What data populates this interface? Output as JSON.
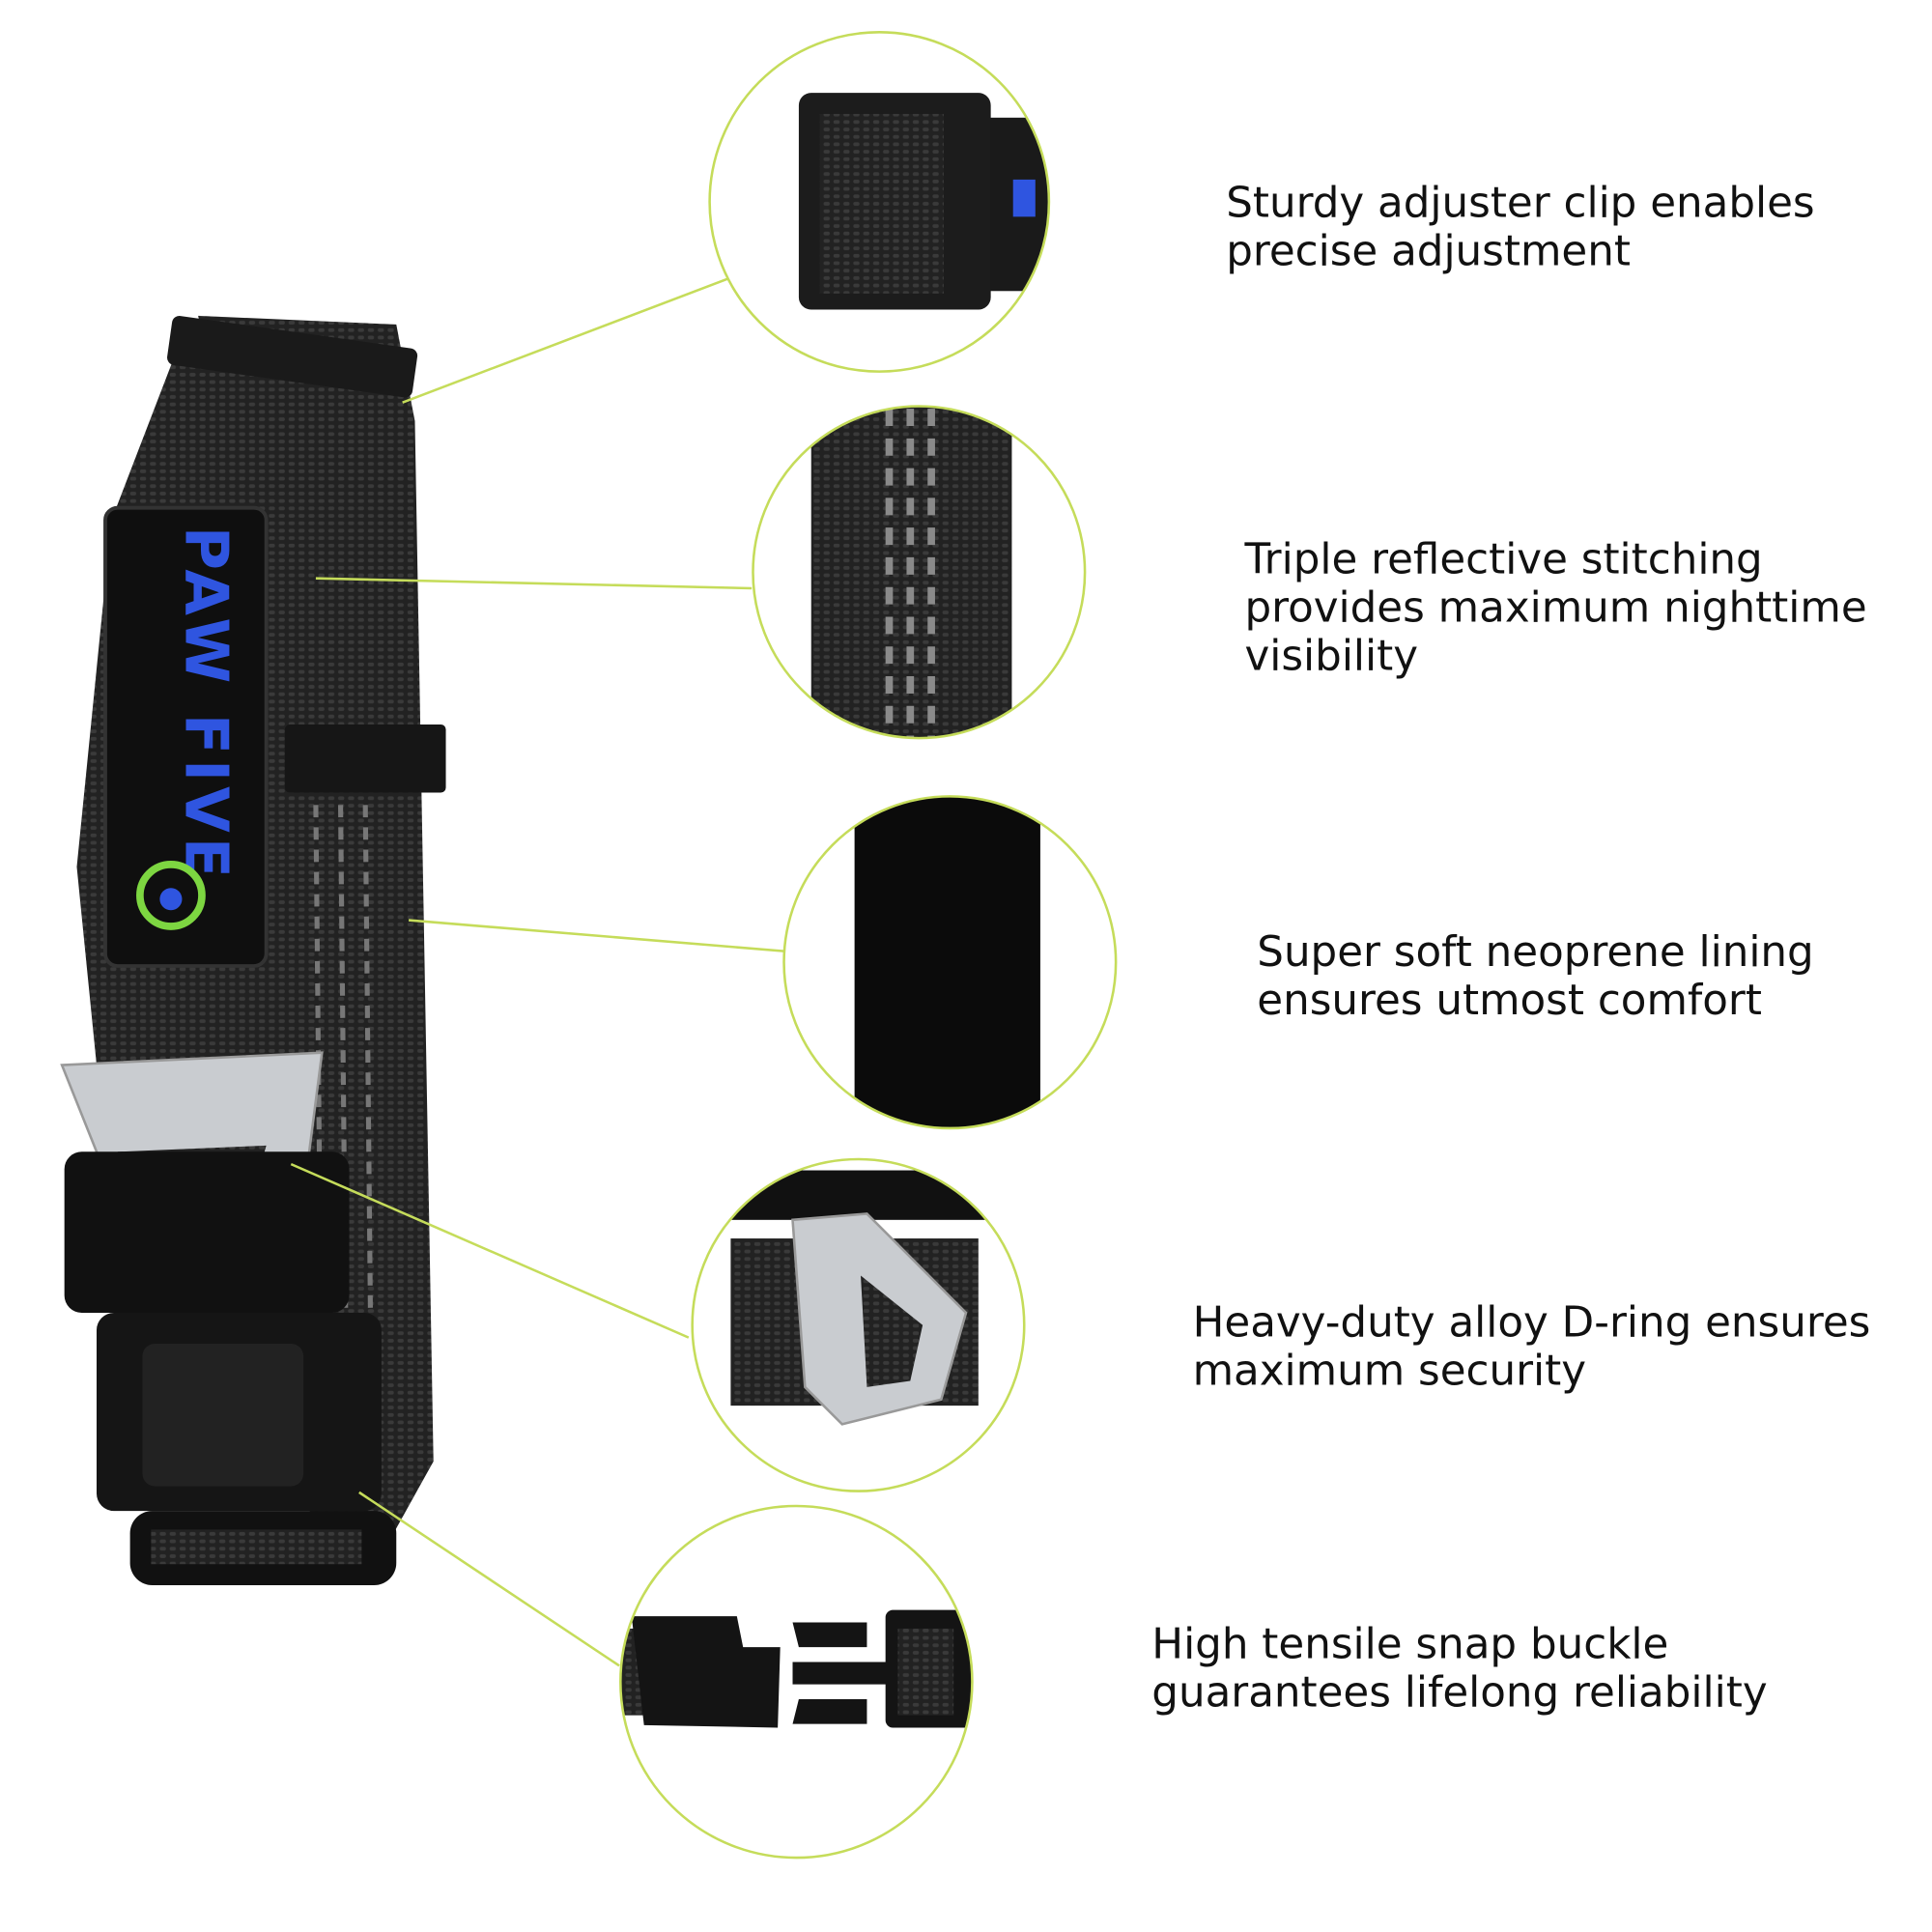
{
  "colors": {
    "accent": "#c5dc5a",
    "strap": "#2a2a2a",
    "logo_blue": "#2f55e0",
    "logo_green": "#7dd641",
    "metal": "#c9ccd0"
  },
  "product": {
    "logo_text": "PAW FIVE"
  },
  "features": [
    {
      "icon": "adjuster-clip",
      "lines": [
        "Sturdy adjuster clip enables",
        "precise adjustment"
      ]
    },
    {
      "icon": "reflective-stitching",
      "lines": [
        "Triple reflective stitching",
        "provides maximum nighttime",
        "visibility"
      ]
    },
    {
      "icon": "neoprene-lining",
      "lines": [
        "Super soft neoprene lining",
        "ensures utmost comfort"
      ]
    },
    {
      "icon": "d-ring",
      "lines": [
        "Heavy-duty alloy D-ring ensures",
        "maximum security"
      ]
    },
    {
      "icon": "snap-buckle",
      "lines": [
        "High tensile snap buckle",
        "guarantees lifelong reliability"
      ]
    }
  ]
}
